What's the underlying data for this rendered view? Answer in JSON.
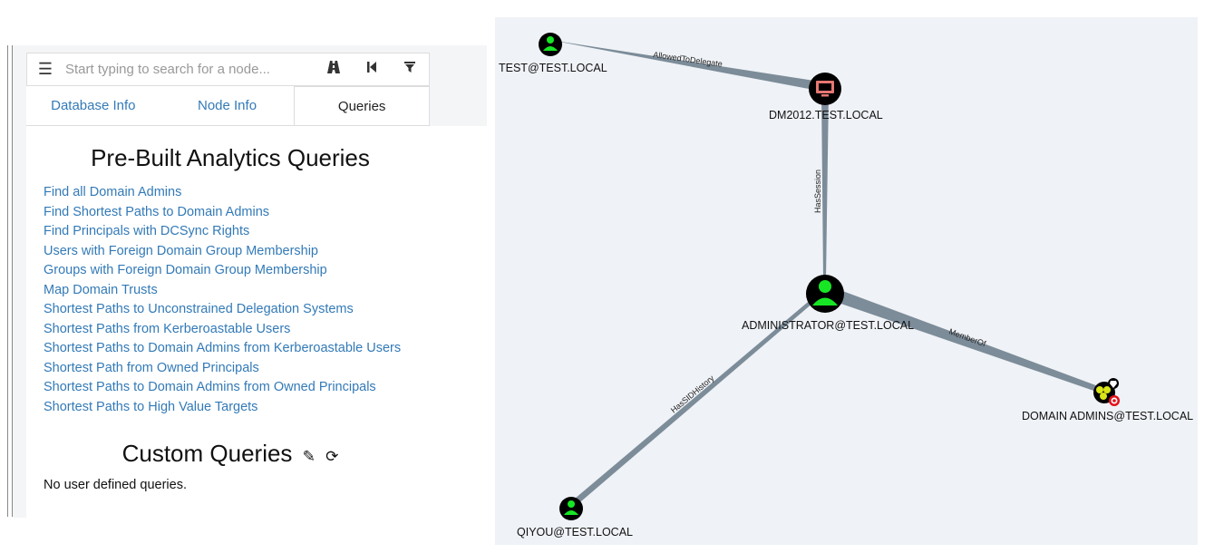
{
  "search": {
    "placeholder": "Start typing to search for a node...",
    "menu_icon": "hamburger-icon",
    "pathfinding_icon": "road-icon",
    "back_icon": "step-back-icon",
    "filter_icon": "filter-icon"
  },
  "tabs": [
    {
      "label": "Database Info"
    },
    {
      "label": "Node Info"
    },
    {
      "label": "Queries",
      "active": true
    }
  ],
  "prebuilt": {
    "title": "Pre-Built Analytics Queries",
    "queries": [
      "Find all Domain Admins",
      "Find Shortest Paths to Domain Admins",
      "Find Principals with DCSync Rights",
      "Users with Foreign Domain Group Membership",
      "Groups with Foreign Domain Group Membership",
      "Map Domain Trusts",
      "Shortest Paths to Unconstrained Delegation Systems",
      "Shortest Paths from Kerberoastable Users",
      "Shortest Paths to Domain Admins from Kerberoastable Users",
      "Shortest Path from Owned Principals",
      "Shortest Paths to Domain Admins from Owned Principals",
      "Shortest Paths to High Value Targets"
    ]
  },
  "custom": {
    "title": "Custom Queries",
    "edit_icon": "pencil-icon",
    "refresh_icon": "refresh-icon",
    "empty_text": "No user defined queries."
  },
  "graph": {
    "nodes": [
      {
        "label": "TEST@TEST.LOCAL",
        "kind": "user"
      },
      {
        "label": "DM2012.TEST.LOCAL",
        "kind": "computer"
      },
      {
        "label": "ADMINISTRATOR@TEST.LOCAL",
        "kind": "user"
      },
      {
        "label": "DOMAIN ADMINS@TEST.LOCAL",
        "kind": "group"
      },
      {
        "label": "QIYOU@TEST.LOCAL",
        "kind": "user"
      }
    ],
    "edges": [
      {
        "label": "AllowedToDelegate"
      },
      {
        "label": "HasSession"
      },
      {
        "label": "MemberOf"
      },
      {
        "label": "HasSIDHistory"
      }
    ],
    "colors": {
      "user": "#17e625",
      "computer": "#e67873",
      "group": "#dbe617",
      "edge": "#7c8c99",
      "background": "#eff2f6",
      "link": "#337ab7"
    }
  }
}
